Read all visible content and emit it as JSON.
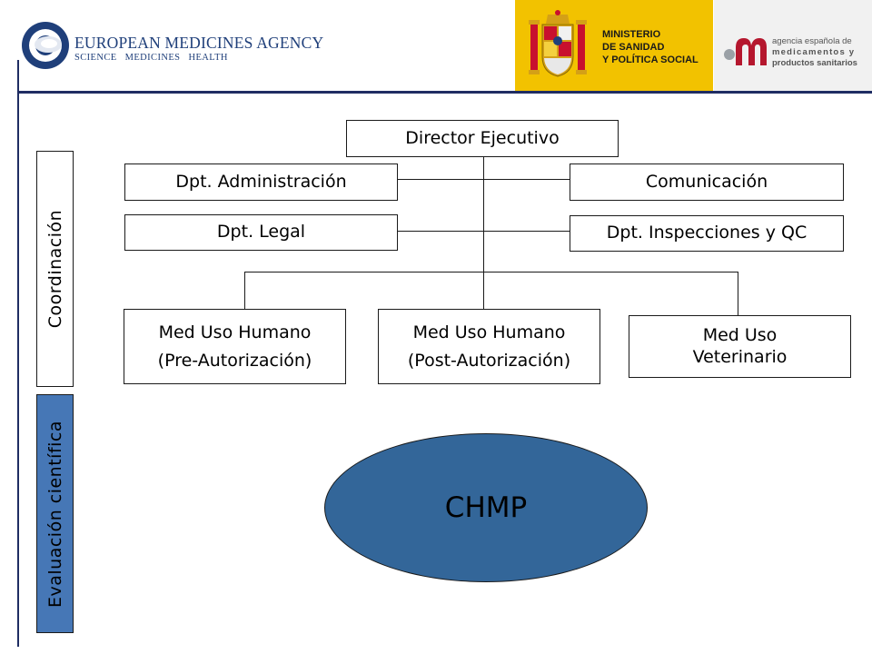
{
  "header": {
    "ema_title": "EUROPEAN MEDICINES AGENCY",
    "ema_tagline": "SCIENCE   MEDICINES   HEALTH",
    "ministerio_line1": "MINISTERIO",
    "ministerio_line2": "DE SANIDAD",
    "ministerio_line3": "Y POLÍTICA SOCIAL",
    "aemps_line1": "agencia española de",
    "aemps_line2": "medicamentos y",
    "aemps_line3": "productos sanitarios"
  },
  "side": {
    "coordinacion": "Coordinación",
    "evaluacion": "Evaluación científica"
  },
  "org": {
    "director": "Director Ejecutivo",
    "administracion": "Dpt. Administración",
    "comunicacion": "Comunicación",
    "legal": "Dpt. Legal",
    "inspecciones": "Dpt. Inspecciones y QC",
    "humano_pre_1": "Med Uso Humano",
    "humano_pre_2": "(Pre-Autorización)",
    "humano_post_1": "Med Uso Humano",
    "humano_post_2": "(Post-Autorización)",
    "veterinario_1": "Med Uso",
    "veterinario_2": "Veterinario"
  },
  "committee": "CHMP",
  "colors": {
    "ema_blue": "#1f3f7a",
    "ministerio_yellow": "#f2c200",
    "aemps_red": "#b5172e",
    "chmp_fill": "#336699",
    "evaluacion_fill": "#4677b6",
    "rule_navy": "#1f2d63"
  }
}
